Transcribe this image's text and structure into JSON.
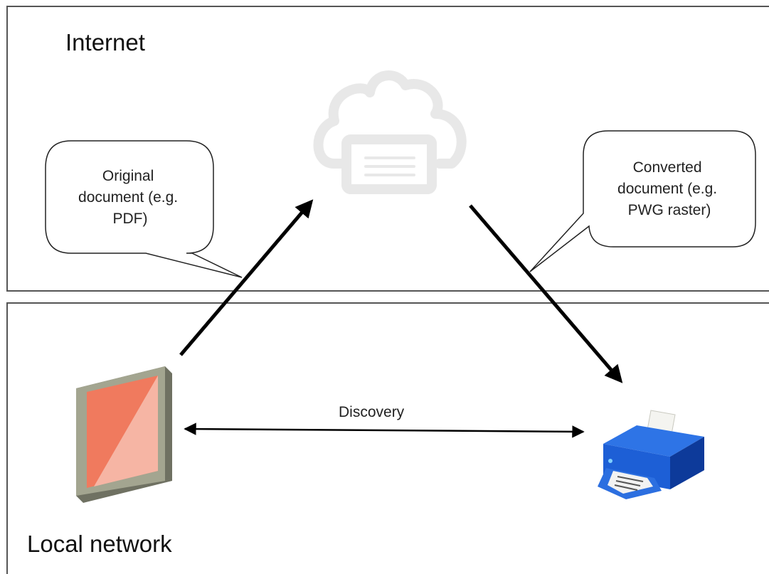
{
  "zones": {
    "internet": {
      "label": "Internet"
    },
    "local": {
      "label": "Local network"
    }
  },
  "callouts": {
    "original": {
      "lines": [
        "Original",
        "document (e.g.",
        "PDF)"
      ]
    },
    "converted": {
      "lines": [
        "Converted",
        "document (e.g.",
        "PWG raster)"
      ]
    }
  },
  "edges": {
    "discovery": {
      "label": "Discovery"
    }
  },
  "icons": {
    "cloud": "cloud-printer-icon",
    "tablet": "tablet-icon",
    "printer": "printer-icon"
  },
  "colors": {
    "cloud_stroke": "#e6e6e6",
    "tablet_screen": "#f07a5e",
    "tablet_glare": "#f6b3a2",
    "tablet_frame": "#9a9c88",
    "printer_body": "#1d5fd6",
    "printer_dark": "#0d3a9a",
    "arrow": "#000000",
    "zone_border": "#555555"
  }
}
